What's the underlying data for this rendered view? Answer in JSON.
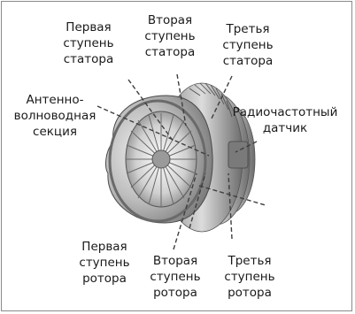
{
  "labels": {
    "stator1": "Первая\nступень\nстатора",
    "stator2": "Вторая\nступень\nстатора",
    "stator3": "Третья\nступень\nстатора",
    "antenna": "Антенно-\nволноводная\nсекция",
    "rf_sensor": "Радиочастотный\nдатчик",
    "rotor1": "Первая\nступень\nротора",
    "rotor2": "Вторая\nступень\nротора",
    "rotor3": "Третья\nступень\nротора"
  },
  "colors": {
    "metal_dark": "#5f5f5f",
    "metal_mid": "#9a9a9a",
    "metal_light": "#d8d8d8",
    "leader_line": "#444444"
  }
}
